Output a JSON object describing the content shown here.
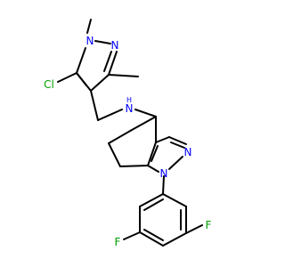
{
  "colors": {
    "bond": "#000000",
    "nitrogen": "#0000ff",
    "chlorine": "#00a000",
    "fluorine": "#00a000",
    "background": "#ffffff"
  },
  "atom_labels": {
    "n_pyrazole_1": "N",
    "n_pyrazole_2": "N",
    "chlorine": "Cl",
    "amine_n": "N",
    "amine_h": "H",
    "n_indazole_2": "N",
    "n_indazole_1": "N",
    "fluorine_1": "F",
    "fluorine_2": "F"
  }
}
